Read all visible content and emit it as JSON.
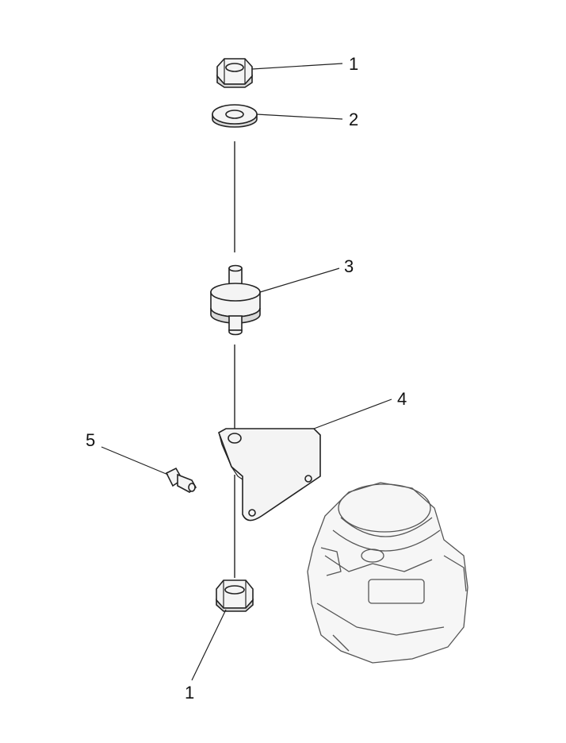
{
  "callouts": [
    {
      "id": "nut-top",
      "label": "1"
    },
    {
      "id": "washer",
      "label": "2"
    },
    {
      "id": "mount",
      "label": "3"
    },
    {
      "id": "bracket",
      "label": "4"
    },
    {
      "id": "screw",
      "label": "5"
    },
    {
      "id": "nut-bottom",
      "label": "1"
    }
  ]
}
